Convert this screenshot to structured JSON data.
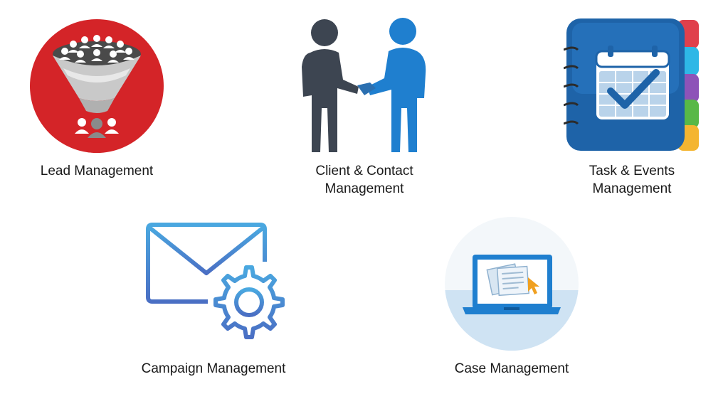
{
  "features": {
    "lead": {
      "label": "Lead Management",
      "icon": "sales-funnel-icon",
      "colors": {
        "circle": "#d42428",
        "funnel": "#c9c9c9",
        "people": "#ffffff"
      }
    },
    "client": {
      "label_line1": "Client & Contact",
      "label_line2": "Management",
      "icon": "handshake-icon",
      "colors": {
        "left_person": "#3d4551",
        "right_person": "#1f7fcf"
      }
    },
    "task": {
      "label_line1": "Task & Events",
      "label_line2": "Management",
      "icon": "calendar-notebook-icon",
      "colors": {
        "cover": "#1e63a8",
        "tabs": [
          "#e0404c",
          "#2eb7e6",
          "#8d53b8",
          "#58b847",
          "#f4b531"
        ]
      }
    },
    "campaign": {
      "label": "Campaign Management",
      "icon": "email-settings-icon",
      "colors": {
        "stroke_top": "#4aa8e0",
        "stroke_bottom": "#4a6fc4"
      }
    },
    "case": {
      "label": "Case Management",
      "icon": "laptop-documents-icon",
      "colors": {
        "circle": "#e7f2fa",
        "laptop": "#1f7fcf",
        "cursor": "#f0a020"
      }
    }
  }
}
